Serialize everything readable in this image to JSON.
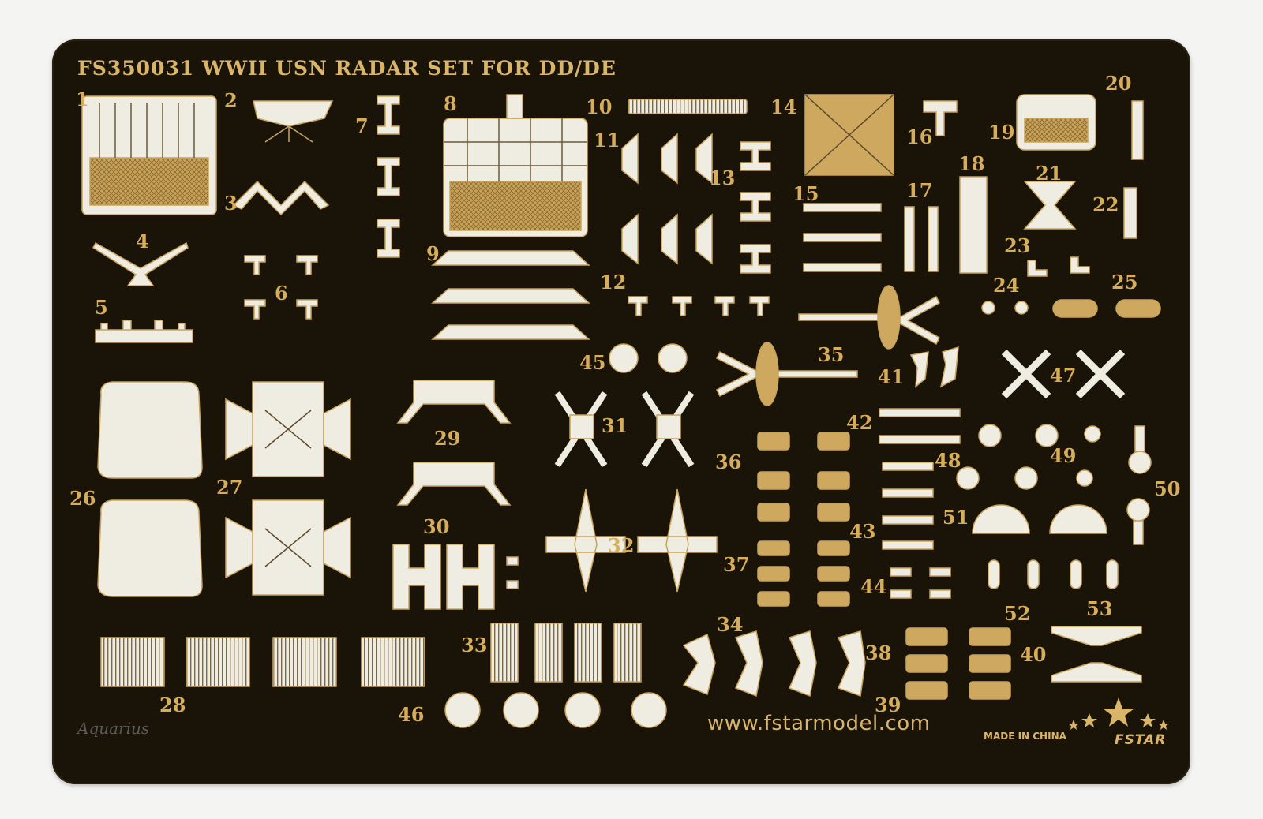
{
  "sheet": {
    "title": "FS350031 WWII USN RADAR SET FOR DD/DE",
    "website": "www.fstarmodel.com",
    "made_in": "MADE IN CHINA",
    "brand": "FSTAR",
    "signature": "Aquarius"
  },
  "part_numbers": [
    "1",
    "2",
    "3",
    "4",
    "5",
    "6",
    "7",
    "8",
    "9",
    "10",
    "11",
    "12",
    "13",
    "14",
    "15",
    "16",
    "17",
    "18",
    "19",
    "20",
    "21",
    "22",
    "23",
    "24",
    "25",
    "26",
    "27",
    "28",
    "29",
    "30",
    "31",
    "32",
    "33",
    "34",
    "35",
    "36",
    "37",
    "38",
    "39",
    "40",
    "41",
    "42",
    "43",
    "44",
    "45",
    "46",
    "47",
    "48",
    "49",
    "50",
    "51",
    "52",
    "53"
  ],
  "colors": {
    "sheet": "#1a1408",
    "brass": "#d6ad5b",
    "part_fill": "#efece2",
    "background": "#f4f4f2"
  }
}
